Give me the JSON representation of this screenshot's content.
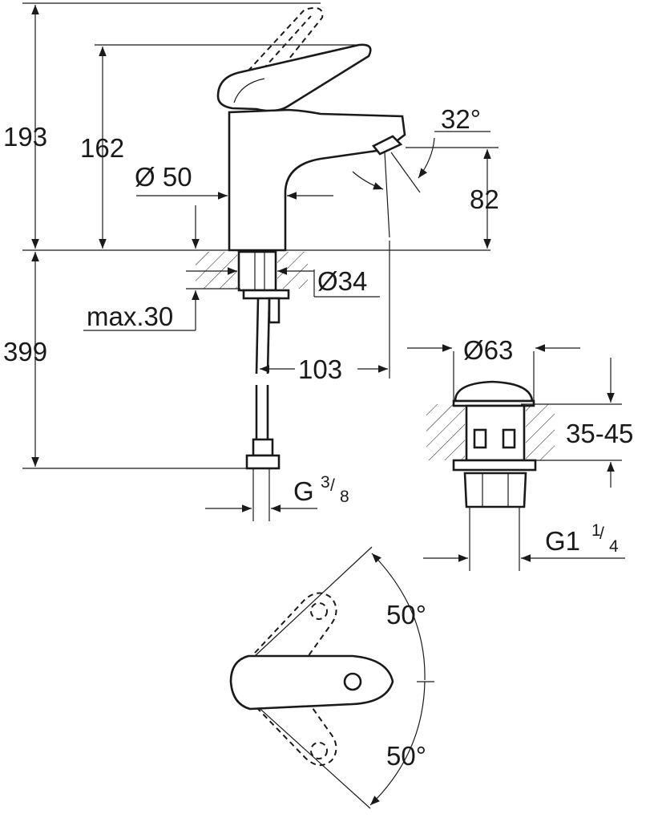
{
  "dimensions": {
    "total_height": "193",
    "spout_height": "162",
    "body_diameter": "Ø 50",
    "spout_angle": "32°",
    "spout_outlet_height": "82",
    "shank_diameter": "Ø34",
    "deck_thickness": "max.30",
    "under_deck_length": "399",
    "projection": "103",
    "pop_up_diameter": "Ø63",
    "basin_thickness": "35-45",
    "hose_thread_base": "G",
    "hose_thread_num": "3",
    "hose_thread_den": "8",
    "waste_thread_base": "G1",
    "waste_thread_num": "1",
    "waste_thread_den": "4",
    "lever_angle_up": "50°",
    "lever_angle_down": "50°"
  }
}
